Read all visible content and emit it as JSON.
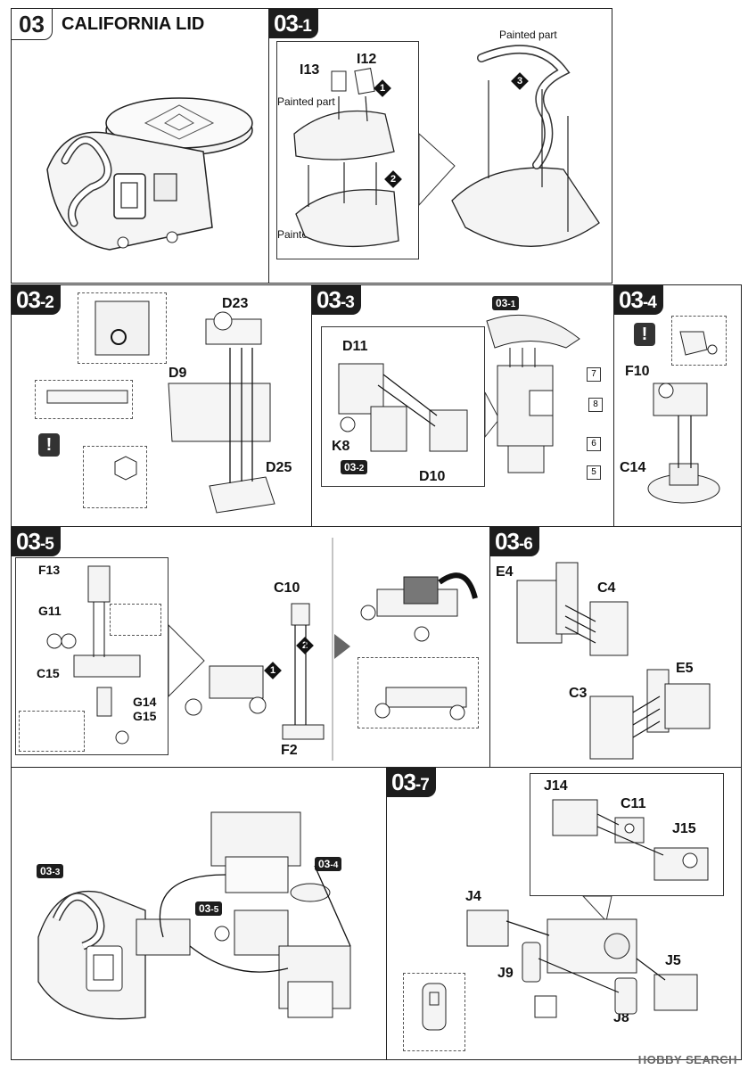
{
  "header": {
    "step": "03",
    "title": "CALIFORNIA LID"
  },
  "s1": {
    "step": "03",
    "sub": "-1",
    "i13": "I13",
    "i12": "I12",
    "painted_top": "Painted part",
    "painted_bottom": "Painted part",
    "painted_right": "Painted part",
    "n1": "1",
    "n2": "2",
    "n3": "3"
  },
  "s2": {
    "step": "03",
    "sub": "-2",
    "d23": "D23",
    "d9": "D9",
    "d25": "D25",
    "warn": "!"
  },
  "s3": {
    "step": "03",
    "sub": "-3",
    "ref_step": "03",
    "ref_sub": "-1",
    "d11": "D11",
    "k8": "K8",
    "ref2_step": "03",
    "ref2_sub": "-2",
    "d10": "D10",
    "n7": "7",
    "n8": "8",
    "n6": "6",
    "n5": "5"
  },
  "s4": {
    "step": "03",
    "sub": "-4",
    "warn": "!",
    "f10": "F10",
    "c14": "C14"
  },
  "s5": {
    "step": "03",
    "sub": "-5",
    "f13": "F13",
    "g11": "G11",
    "c15": "C15",
    "g14": "G14",
    "g15": "G15",
    "c10": "C10",
    "f2": "F2",
    "n1": "1",
    "n2": "2"
  },
  "s6": {
    "step": "03",
    "sub": "-6",
    "e4": "E4",
    "c4": "C4",
    "e5": "E5",
    "c3": "C3"
  },
  "s7": {
    "step": "03",
    "sub": "-7",
    "j14": "J14",
    "c11": "C11",
    "j15": "J15",
    "j4": "J4",
    "j9": "J9",
    "j5": "J5",
    "j8": "J8"
  },
  "s8": {
    "ref3": "03",
    "ref3_sub": "-3",
    "ref4": "03",
    "ref4_sub": "-4",
    "ref5": "03",
    "ref5_sub": "-5"
  },
  "watermark": "HOBBY SEARCH"
}
